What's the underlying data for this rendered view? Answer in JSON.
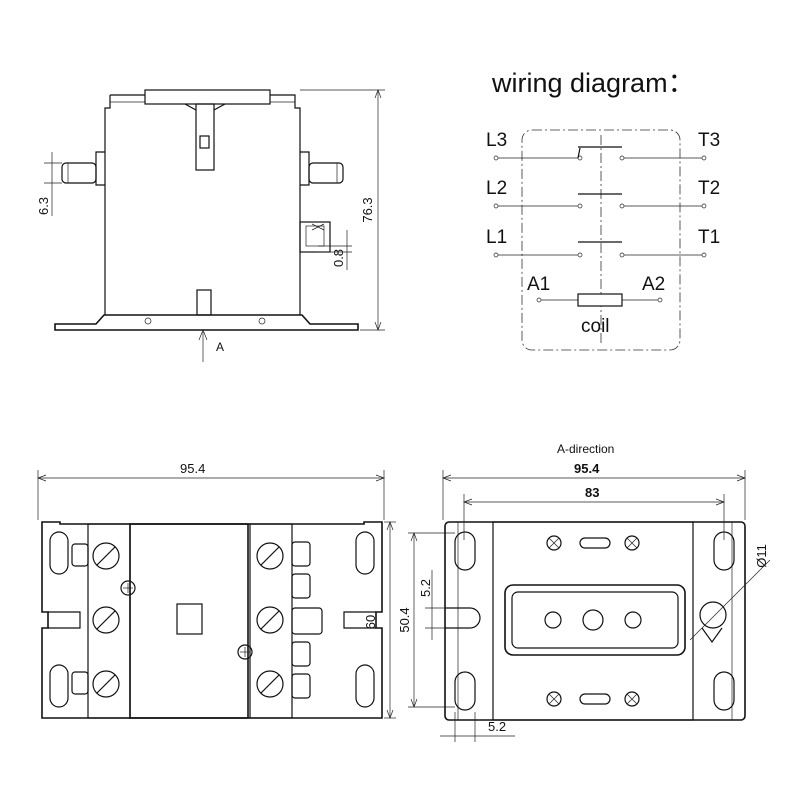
{
  "wiring": {
    "title": "wiring diagram：",
    "terminals": {
      "l3": "L3",
      "l2": "L2",
      "l1": "L1",
      "t3": "T3",
      "t2": "T2",
      "t1": "T1",
      "a1": "A1",
      "a2": "A2"
    },
    "coil_label": "coil"
  },
  "side_view": {
    "dim_height": "76.3",
    "dim_terminal": "6.3",
    "dim_offset": "0.8",
    "arrow_label": "A"
  },
  "top_view": {
    "dim_width": "95.4",
    "dim_height": "60"
  },
  "bottom_view": {
    "caption": "A-direction",
    "dim_width": "95.4",
    "dim_hole_spacing": "83",
    "dim_slot_spacing": "50.4",
    "dim_slot_width": "5.2",
    "dim_slot_offset": "5.2",
    "dim_hole_dia": "Ø11"
  }
}
